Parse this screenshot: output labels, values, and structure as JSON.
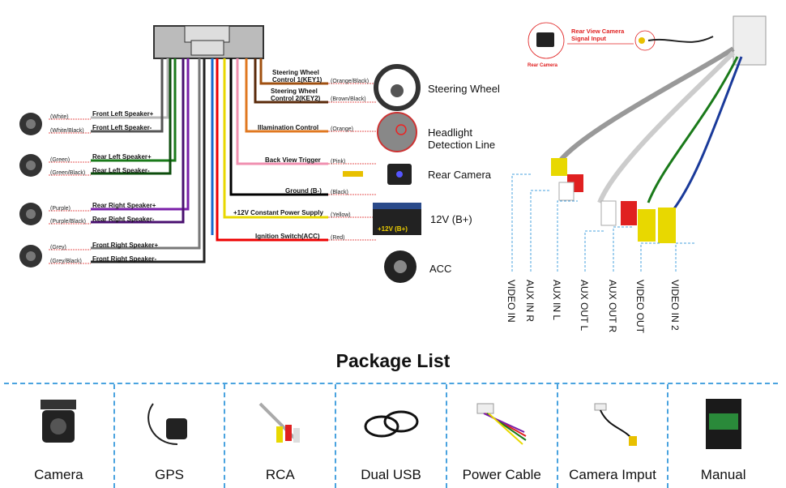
{
  "wiring": {
    "left": [
      {
        "color_name": "(White)",
        "label": "Front Left Speaker+",
        "wire": "#b8b8b8"
      },
      {
        "color_name": "(White/Black)",
        "label": "Front Left Speaker-",
        "wire": "#555555"
      },
      {
        "color_name": "(Green)",
        "label": "Rear Left Speaker+",
        "wire": "#1a7a1a"
      },
      {
        "color_name": "(Green/Black)",
        "label": "Rear Left Speaker-",
        "wire": "#0d4d0d"
      },
      {
        "color_name": "(Purple)",
        "label": "Rear Right Speaker+",
        "wire": "#7a1fa8"
      },
      {
        "color_name": "(Purple/Black)",
        "label": "Rear Right Speaker-",
        "wire": "#4a1070"
      },
      {
        "color_name": "(Grey)",
        "label": "Front Right Speaker+",
        "wire": "#777777"
      },
      {
        "color_name": "(Grey/Black)",
        "label": "Front Right Speaker-",
        "wire": "#222222"
      }
    ],
    "right": [
      {
        "label1": "Steering Wheel",
        "label2": "Control 1(KEY1)",
        "color_name": "(Orange/Black)",
        "wire": "#a05010"
      },
      {
        "label1": "Steering Wheel",
        "label2": "Control 2(KEY2)",
        "color_name": "(Brown/Black)",
        "wire": "#5a2a0a"
      },
      {
        "label1": "",
        "label2": "Illamination Control",
        "color_name": "(Orange)",
        "wire": "#e07820"
      },
      {
        "label1": "",
        "label2": "Back View Trigger",
        "color_name": "(Pink)",
        "wire": "#f090b0"
      },
      {
        "label1": "",
        "label2": "Ground (B-)",
        "color_name": "(Black)",
        "wire": "#000000"
      },
      {
        "label1": "",
        "label2": "+12V Constant Power Supply",
        "color_name": "(Yellow)",
        "wire": "#e8d800"
      },
      {
        "label1": "",
        "label2": "Ignition Switch(ACC)",
        "color_name": "(Red)",
        "wire": "#ee0000"
      }
    ],
    "devices": {
      "steering": "Steering Wheel",
      "headlight1": "Headlight",
      "headlight2": "Detection Line",
      "camera": "Rear Camera",
      "battery": "12V (B+)",
      "battery_text": "+12V (B+)",
      "acc": "ACC"
    },
    "rca_inset": {
      "title1": "Rear View Camera",
      "title2": "Signal Input",
      "camera": "Rear Camera"
    },
    "rca_labels": [
      "VIDEO IN",
      "AUX IN R",
      "AUX IN L",
      "AUX OUT L",
      "AUX OUT R",
      "VIDEO OUT",
      "VIDEO IN 2"
    ]
  },
  "package": {
    "title": "Package List",
    "items": [
      "Camera",
      "GPS",
      "RCA",
      "Dual USB",
      "Power Cable",
      "Camera Imput",
      "Manual"
    ]
  },
  "colors": {
    "accent_dashed": "#4aa3df",
    "leader_red": "#e02020"
  }
}
